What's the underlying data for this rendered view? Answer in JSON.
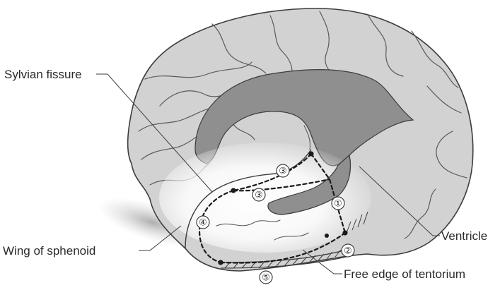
{
  "labels": {
    "sylvian_fissure": "Sylvian fissure",
    "wing_of_sphenoid": "Wing of sphenoid",
    "ventricle": "Ventricle",
    "free_edge_of_tentorium": "Free edge of tentorium"
  },
  "markers": {
    "m1": "①",
    "m2": "②",
    "m3a": "③",
    "m3b": "③",
    "m4": "④",
    "m5": "⑤"
  },
  "colors": {
    "brain_fill": "#d2d2d2",
    "ventricle_fill": "#8f8f8f",
    "highlight": "#ffffff",
    "sulcus": "#5a5a5a",
    "outline": "#3c3c3c"
  }
}
